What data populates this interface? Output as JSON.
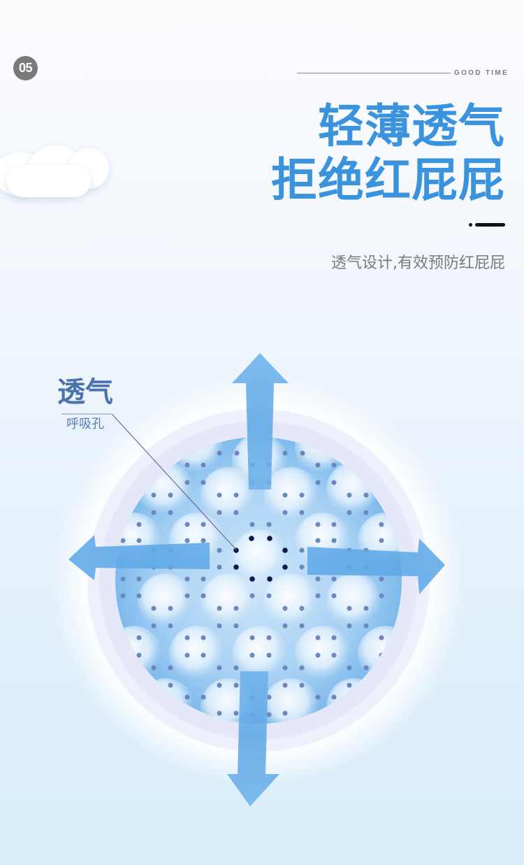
{
  "badge": {
    "number": "05"
  },
  "header": {
    "tagline": "GOOD TIME"
  },
  "headline": {
    "line1": "轻薄透气",
    "line2": "拒绝红屁屁",
    "color": "#3a93dc"
  },
  "subtitle": "透气设计,有效预防红屁屁",
  "diagram": {
    "label_main": "透气",
    "label_sub": "呼吸孔",
    "label_color": "#4b72ad",
    "arrow_color": "#5da8e6",
    "arrows": [
      "up",
      "down",
      "left",
      "right"
    ]
  }
}
